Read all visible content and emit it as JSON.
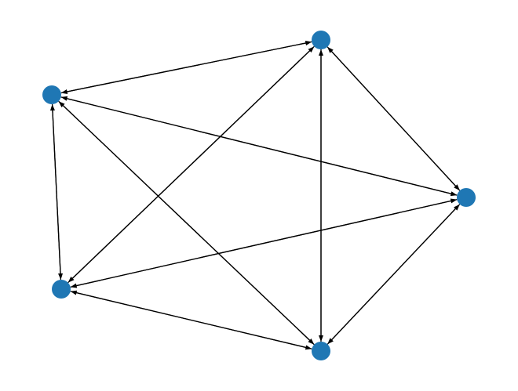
{
  "graph": {
    "directed": true,
    "node_count": 5,
    "node_color": "#1f77b4",
    "edge_color": "#000000",
    "edges": [
      [
        0,
        1
      ],
      [
        1,
        0
      ],
      [
        0,
        2
      ],
      [
        2,
        0
      ],
      [
        0,
        3
      ],
      [
        3,
        0
      ],
      [
        0,
        4
      ],
      [
        4,
        0
      ],
      [
        1,
        2
      ],
      [
        2,
        1
      ],
      [
        1,
        3
      ],
      [
        3,
        1
      ],
      [
        1,
        4
      ],
      [
        4,
        1
      ],
      [
        2,
        3
      ],
      [
        3,
        2
      ],
      [
        2,
        4
      ],
      [
        4,
        2
      ],
      [
        3,
        4
      ],
      [
        4,
        3
      ]
    ]
  }
}
